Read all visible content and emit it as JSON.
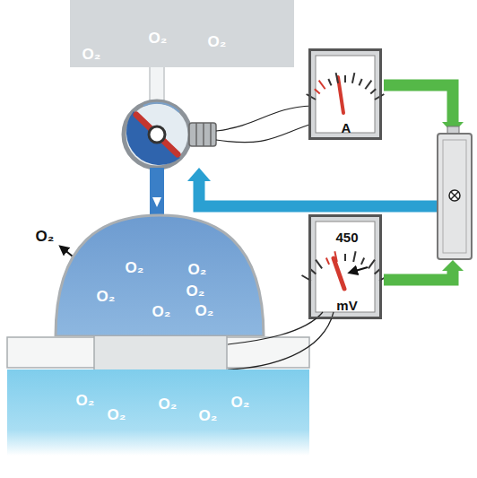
{
  "diagram": {
    "nodes": [
      {
        "text": [
          "O₂",
          "O₂",
          "O₂"
        ]
      },
      {
        "text": [
          "O₂",
          "O₂",
          "O₂",
          "O₂",
          "O₂",
          "O₂"
        ]
      },
      {
        "text": [
          "O₂",
          "O₂",
          "O₂",
          "O₂",
          "O₂"
        ]
      },
      {
        "text": [
          "A"
        ]
      },
      {
        "text": [
          "450",
          "mV"
        ]
      }
    ],
    "labels": [
      "O₂"
    ]
  }
}
